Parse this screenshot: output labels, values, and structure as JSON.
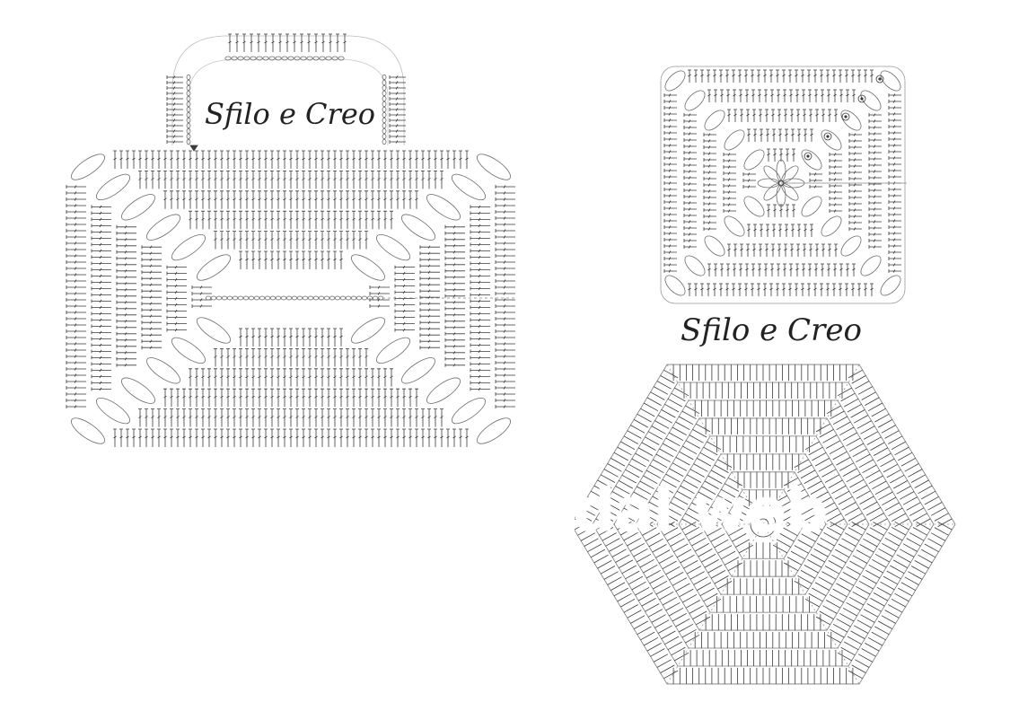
{
  "watermark": "Sfilo e Creo",
  "overlay_text": "dal web",
  "colors": {
    "background": "#ffffff",
    "stitch": "#3a3a3a",
    "chain": "#6b6b6b",
    "label": "#222222",
    "overlay": "#ffffff"
  },
  "diagrams": [
    {
      "name": "bag-body-chart",
      "shape": "rectangle-with-handle",
      "rounds": 6
    },
    {
      "name": "granny-square-chart",
      "shape": "square",
      "rounds": 6
    },
    {
      "name": "hexagon-chart",
      "shape": "hexagon",
      "rounds": 8
    }
  ]
}
